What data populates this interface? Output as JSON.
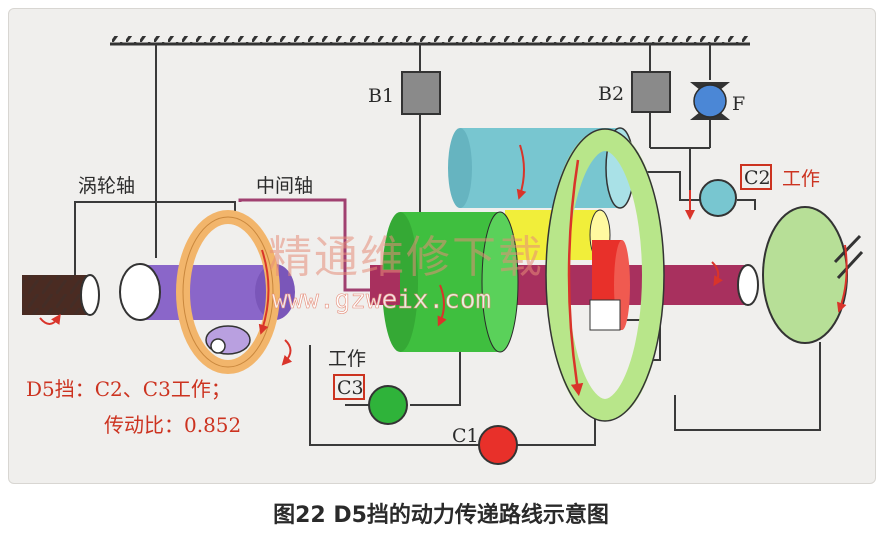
{
  "caption": "图22 D5挡的动力传递路线示意图",
  "labels": {
    "turbine_shaft": "涡轮轴",
    "intermediate_shaft": "中间轴",
    "b1": "B1",
    "b2": "B2",
    "f": "F",
    "c2": "C2",
    "c2_work": "工作",
    "c3": "C3",
    "c3_work": "工作",
    "c1": "C1"
  },
  "note": {
    "line1": "D5挡：C2、C3工作；",
    "line2": "传动比：0.852"
  },
  "watermark": {
    "cn": "精通维修下载",
    "url": "www.gzweix.com"
  },
  "colors": {
    "frame": "#333333",
    "wire": "#3a3a3a",
    "intermediate_wire": "#a04070",
    "gear_orange": "#f2b56b",
    "purple_shaft": "#8a66c9",
    "main_shaft": "#a8305e",
    "green_gear": "#3fbf3f",
    "cyan_drum": "#78c6d0",
    "yellow_pinion": "#f1ee3a",
    "red_pinion": "#e8302a",
    "large_ring": "#b8e68a",
    "output_disc": "#b7df97",
    "active_red": "#cc3320"
  }
}
